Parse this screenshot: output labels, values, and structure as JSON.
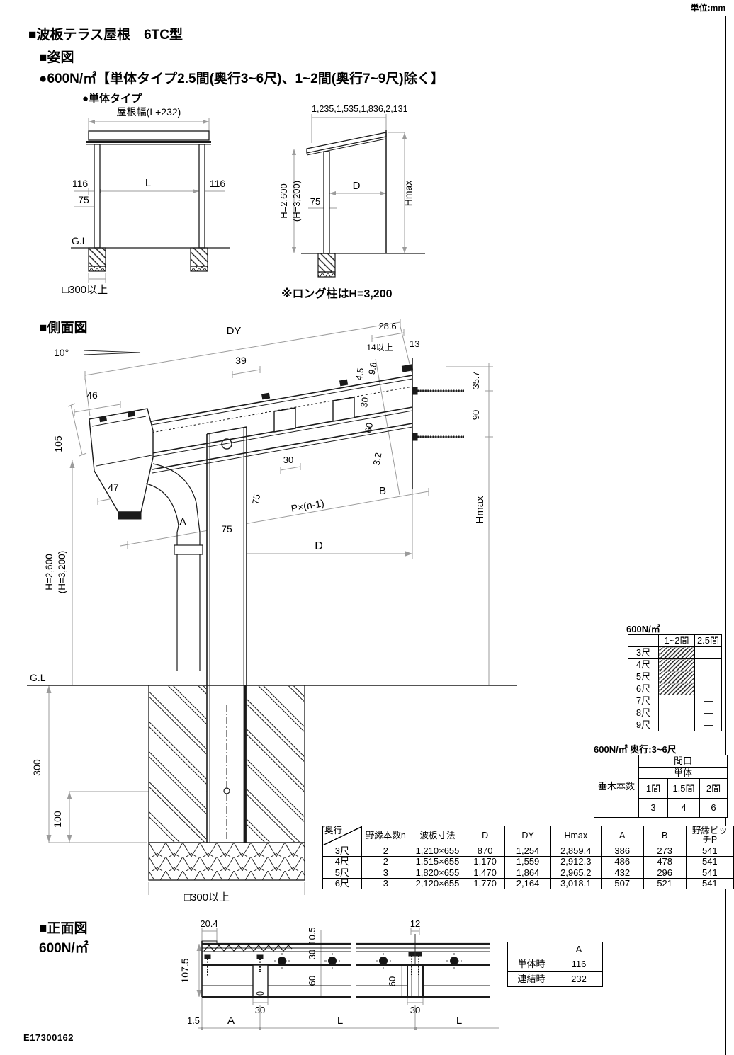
{
  "page": {
    "unit": "単位:mm",
    "code": "E17300162"
  },
  "header": {
    "title": "■波板テラス屋根　6TC型",
    "section1": "■姿図",
    "load_note": "●600N/㎡【単体タイプ2.5間(奥行3~6尺)、1~2間(奥行7~9尺)除く】",
    "type_label": "●単体タイプ"
  },
  "front_view": {
    "roof_width": "屋根幅(L+232)",
    "d116_left": "116",
    "dL": "L",
    "d116_right": "116",
    "d75": "75",
    "gl": "G.L",
    "footing": "□300以上"
  },
  "side_view": {
    "depths": "1,235,1,535,1,836,2,131",
    "h_main": "H=2,600",
    "h_alt": "(H=3,200)",
    "d75": "75",
    "dD": "D",
    "hmax": "Hmax",
    "long_post_note": "※ロング柱はH=3,200"
  },
  "section_view": {
    "title": "■側面図",
    "angle": "10°",
    "dy": "DY",
    "d46": "46",
    "d39": "39",
    "d105": "105",
    "d47": "47",
    "d28_6": "28.6",
    "d14min": "14以上",
    "d13": "13",
    "d4_5": "4.5",
    "d9_8": "9.8",
    "d30_wall": "30",
    "d60_wall": "60",
    "d3_2": "3.2",
    "d35_7": "35.7",
    "d90": "90",
    "d30_rafter": "30",
    "d75_slope": "75",
    "d75_post": "75",
    "dA": "A",
    "dP": "P×(n-1)",
    "dB": "B",
    "dD": "D",
    "hmax": "Hmax",
    "h_main": "H=2,600",
    "h_alt": "(H=3,200)",
    "gl": "G.L",
    "d300": "300",
    "d100": "100",
    "footing": "□300以上"
  },
  "span_table": {
    "title": "600N/㎡",
    "col1": "1~2間",
    "col2": "2.5間",
    "rows": [
      {
        "label": "3尺",
        "c2": ""
      },
      {
        "label": "4尺",
        "c2": ""
      },
      {
        "label": "5尺",
        "c2": ""
      },
      {
        "label": "6尺",
        "c2": ""
      },
      {
        "label": "7尺",
        "c2": "—"
      },
      {
        "label": "8尺",
        "c2": "—"
      },
      {
        "label": "9尺",
        "c2": "—"
      }
    ]
  },
  "rafter_table": {
    "title": "600N/㎡ 奥行:3~6尺",
    "stub": "垂木本数",
    "h_maguchi": "間口",
    "h_tantai": "単体",
    "cols": [
      "1間",
      "1.5間",
      "2間"
    ],
    "values": [
      "3",
      "4",
      "6"
    ]
  },
  "spec_table": {
    "headers": [
      "奥行",
      "野縁本数n",
      "波板寸法",
      "D",
      "DY",
      "Hmax",
      "A",
      "B",
      "野縁ピッチP"
    ],
    "rows": [
      [
        "3尺",
        "2",
        "1,210×655",
        "870",
        "1,254",
        "2,859.4",
        "386",
        "273",
        "541"
      ],
      [
        "4尺",
        "2",
        "1,515×655",
        "1,170",
        "1,559",
        "2,912.3",
        "486",
        "478",
        "541"
      ],
      [
        "5尺",
        "3",
        "1,820×655",
        "1,470",
        "1,864",
        "2,965.2",
        "432",
        "296",
        "541"
      ],
      [
        "6尺",
        "3",
        "2,120×655",
        "1,770",
        "2,164",
        "3,018.1",
        "507",
        "521",
        "541"
      ]
    ]
  },
  "front_elevation": {
    "title": "■正面図",
    "load": "600N/㎡",
    "d20_4": "20.4",
    "d10_5": "10.5",
    "d107_5": "107.5",
    "d30_top": "30",
    "d60_left": "60",
    "d12": "12",
    "d60_right": "60",
    "d30_rafter_left": "30",
    "d30_rafter_right": "30",
    "d1_5": "1.5",
    "dA": "A",
    "dL1": "L",
    "dL2": "L"
  },
  "a_table": {
    "col_a": "A",
    "rows": [
      {
        "label": "単体時",
        "value": "116"
      },
      {
        "label": "連結時",
        "value": "232"
      }
    ]
  }
}
